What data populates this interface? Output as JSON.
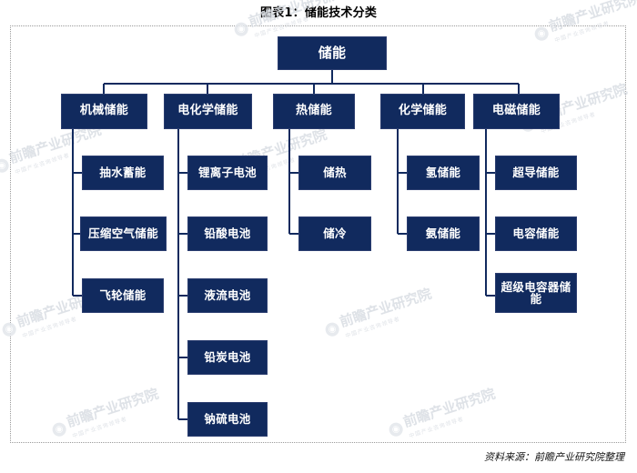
{
  "title": "图表1：储能技术分类",
  "source": "资料来源：前瞻产业研究院整理",
  "colors": {
    "node_fill": "#112a5e",
    "node_text": "#ffffff",
    "connector": "#112a5e",
    "frame_border": "#9a9a9a",
    "watermark": "#d9dde3"
  },
  "chart_data": {
    "type": "diagram",
    "diagram_type": "organization-tree",
    "title": "图表1：储能技术分类",
    "orientation": "top-down-then-left-bus",
    "root": {
      "id": "root",
      "label": "储能"
    },
    "levels": 3,
    "branches": [
      {
        "id": "mechanical",
        "label": "机械储能",
        "children": [
          {
            "id": "pumped-hydro",
            "label": "抽水蓄能"
          },
          {
            "id": "compressed-air",
            "label": "压缩空气储能"
          },
          {
            "id": "flywheel",
            "label": "飞轮储能"
          }
        ]
      },
      {
        "id": "electrochemical",
        "label": "电化学储能",
        "children": [
          {
            "id": "lithium-ion",
            "label": "锂离子电池"
          },
          {
            "id": "lead-acid",
            "label": "铅酸电池"
          },
          {
            "id": "flow-battery",
            "label": "液流电池"
          },
          {
            "id": "lead-carbon",
            "label": "铅炭电池"
          },
          {
            "id": "sodium-sulfur",
            "label": "钠硫电池"
          }
        ]
      },
      {
        "id": "thermal",
        "label": "热储能",
        "children": [
          {
            "id": "heat-storage",
            "label": "储热"
          },
          {
            "id": "cold-storage",
            "label": "储冷"
          }
        ]
      },
      {
        "id": "chemical",
        "label": "化学储能",
        "children": [
          {
            "id": "hydrogen",
            "label": "氢储能"
          },
          {
            "id": "ammonia",
            "label": "氨储能"
          }
        ]
      },
      {
        "id": "electromagnetic",
        "label": "电磁储能",
        "children": [
          {
            "id": "superconducting",
            "label": "超导储能"
          },
          {
            "id": "capacitor",
            "label": "电容储能"
          },
          {
            "id": "supercapacitor",
            "label": "超级电容器储能"
          }
        ]
      }
    ]
  },
  "watermarks": [
    {
      "main": "前瞻产业研究院",
      "sub": "中国产业咨询领导者"
    }
  ]
}
